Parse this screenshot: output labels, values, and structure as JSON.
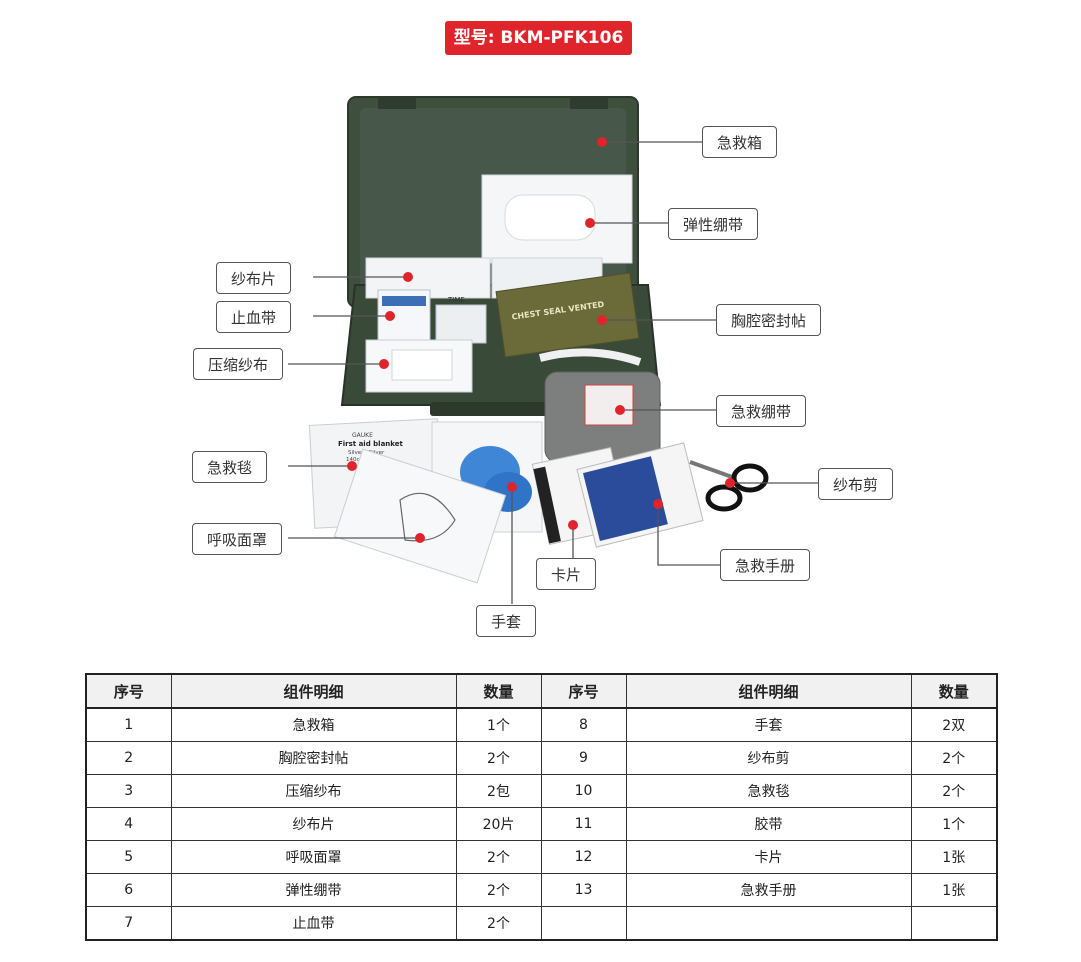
{
  "header": {
    "model_label": "型号: BKM-PFK106"
  },
  "colors": {
    "badge": "#e0242b",
    "case": "#3d4e3c",
    "pointer": "#e0242b"
  },
  "callouts": [
    {
      "id": "case",
      "label": "急救箱"
    },
    {
      "id": "elastic",
      "label": "弹性绷带"
    },
    {
      "id": "gauze",
      "label": "纱布片"
    },
    {
      "id": "tourniquet",
      "label": "止血带"
    },
    {
      "id": "compress",
      "label": "压缩纱布"
    },
    {
      "id": "chestseal",
      "label": "胸腔密封帖"
    },
    {
      "id": "emerbandage",
      "label": "急救绷带"
    },
    {
      "id": "blanket",
      "label": "急救毯"
    },
    {
      "id": "scissors",
      "label": "纱布剪"
    },
    {
      "id": "mask",
      "label": "呼吸面罩"
    },
    {
      "id": "card",
      "label": "卡片"
    },
    {
      "id": "manual",
      "label": "急救手册"
    },
    {
      "id": "gloves",
      "label": "手套"
    }
  ],
  "product_print": {
    "blanket_brand": "GAUKE",
    "blanket_title": "First aid blanket",
    "blanket_sub": "Silver / Silver",
    "blanket_size": "140cm x 210cm",
    "chest_seal": "CHEST SEAL VENTED",
    "time": "TIME"
  },
  "table": {
    "headers": [
      "序号",
      "组件明细",
      "数量",
      "序号",
      "组件明细",
      "数量"
    ],
    "rows": [
      [
        "1",
        "急救箱",
        "1个",
        "8",
        "手套",
        "2双"
      ],
      [
        "2",
        "胸腔密封帖",
        "2个",
        "9",
        "纱布剪",
        "2个"
      ],
      [
        "3",
        "压缩纱布",
        "2包",
        "10",
        "急救毯",
        "2个"
      ],
      [
        "4",
        "纱布片",
        "20片",
        "11",
        "胶带",
        "1个"
      ],
      [
        "5",
        "呼吸面罩",
        "2个",
        "12",
        "卡片",
        "1张"
      ],
      [
        "6",
        "弹性绷带",
        "2个",
        "13",
        "急救手册",
        "1张"
      ],
      [
        "7",
        "止血带",
        "2个",
        "",
        "",
        ""
      ]
    ]
  }
}
